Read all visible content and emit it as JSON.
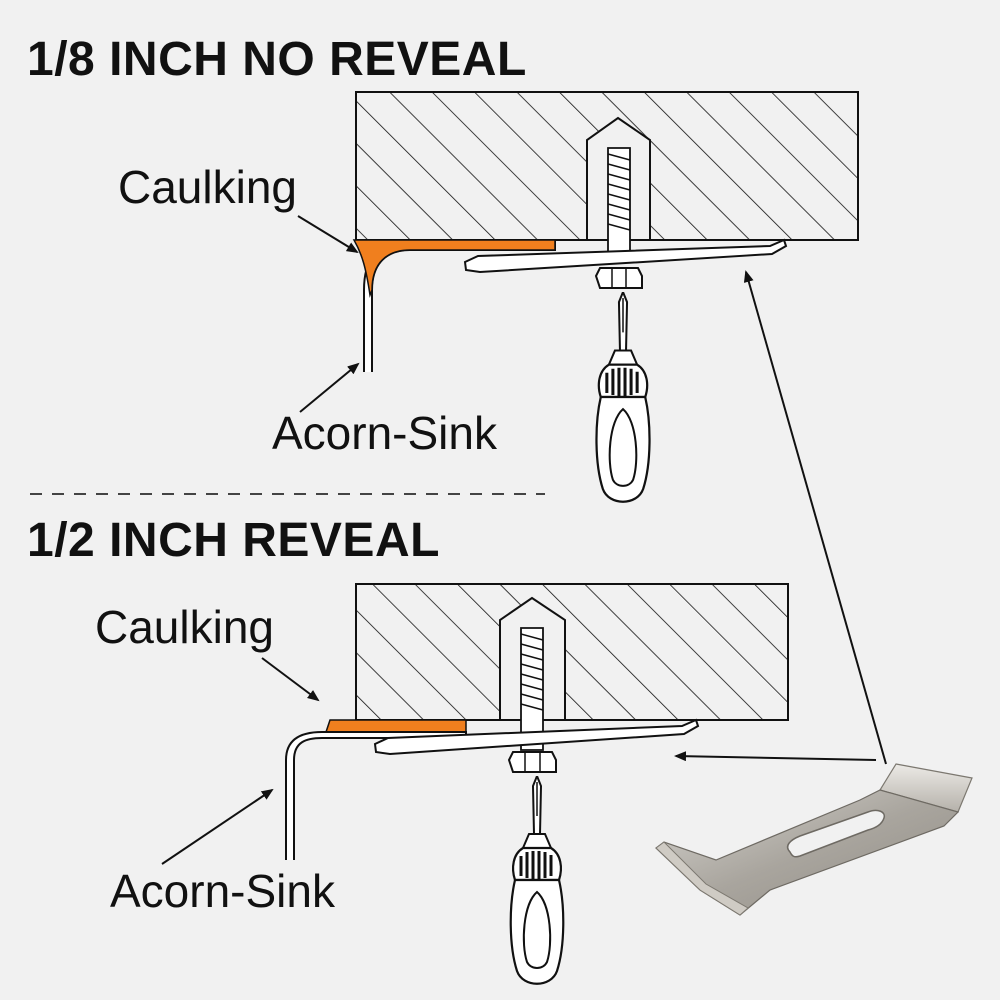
{
  "sections": [
    {
      "title": "1/8 INCH NO REVEAL",
      "caulking_label": "Caulking",
      "sink_label": "Acorn-Sink"
    },
    {
      "title": "1/2 INCH REVEAL",
      "caulking_label": "Caulking",
      "sink_label": "Acorn-Sink"
    }
  ],
  "colors": {
    "caulking": "#f07f1e",
    "background": "#f1f1f1",
    "line": "#111111",
    "clip_metal": "#b9b5ae"
  },
  "icons": [
    "screwdriver-icon",
    "undermount-clip-icon"
  ]
}
